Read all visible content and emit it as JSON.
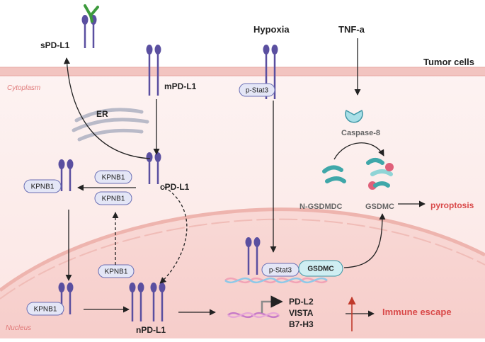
{
  "compartments": {
    "tumor_cells": "Tumor cells",
    "cytoplasm": "Cytoplasm",
    "nucleus": "Nucleus",
    "er": "ER"
  },
  "labels": {
    "spdl1": "sPD-L1",
    "mpdl1": "mPD-L1",
    "cpdl1": "cPD-L1",
    "npdl1": "nPD-L1",
    "hypoxia": "Hypoxia",
    "tnfa": "TNF-a",
    "caspase8": "Caspase-8",
    "ngsdmdc": "N-GSDMDC",
    "gsdmc": "GSDMC",
    "pyroptosis": "pyroptosis",
    "immune_escape": "Immune escape"
  },
  "pills": {
    "kpnb1": "KPNB1",
    "pstat3": "p-Stat3",
    "gsdmc": "GSDMC"
  },
  "genes": [
    "PD-L2",
    "VISTA",
    "B7-H3"
  ],
  "colors": {
    "membrane": "#f2c9c6",
    "cytoplasm": "#fdf1f0",
    "nucleus": "#fbe0de",
    "receptor": "#5a4fa0",
    "pill_fill": "#e4e6f6",
    "pill_stroke": "#6b6fb4",
    "gsdmc_fill": "#cfeef2",
    "gsdmc_stroke": "#3f97a6",
    "antibody": "#3c9a3c",
    "red": "#d94a4a",
    "teal": "#3fa7a9",
    "pink": "#e0607a"
  }
}
